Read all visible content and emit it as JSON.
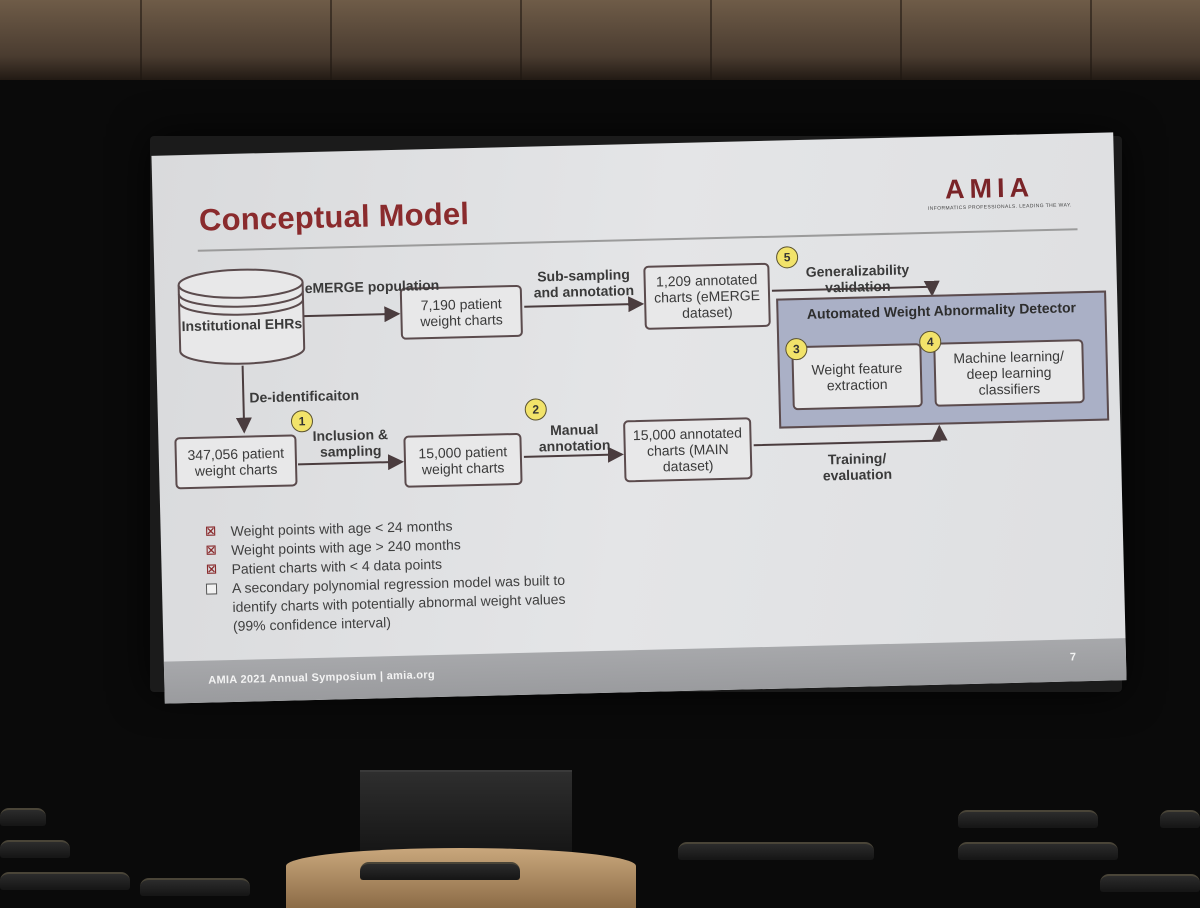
{
  "slide": {
    "title": "Conceptual Model",
    "logo": {
      "wordmark": "AMIA",
      "tagline": "INFORMATICS PROFESSIONALS. LEADING THE WAY."
    },
    "nodes": {
      "ehr": "Institutional EHRs",
      "emerge_charts": "7,190 patient weight charts",
      "emerge_annotated": "1,209 annotated charts (eMERGE dataset)",
      "all_charts": "347,056 patient weight charts",
      "main_charts": "15,000 patient weight charts",
      "main_annotated": "15,000 annotated charts (MAIN dataset)"
    },
    "edges": {
      "emerge_population": "eMERGE population",
      "subsampling": "Sub-sampling and annotation",
      "generalizability": "Generalizability validation",
      "deidentification": "De-identificaiton",
      "inclusion": "Inclusion & sampling",
      "manual_annotation": "Manual annotation",
      "training": "Training/ evaluation"
    },
    "detector": {
      "title": "Automated Weight Abnormality Detector",
      "feature_extraction": "Weight feature extraction",
      "classifiers": "Machine learning/ deep learning classifiers"
    },
    "steps": [
      "1",
      "2",
      "3",
      "4",
      "5"
    ],
    "bullets": [
      {
        "text": "Weight points with age < 24 months",
        "mark": "x-box-icon"
      },
      {
        "text": "Weight points with age > 240 months",
        "mark": "x-box-icon"
      },
      {
        "text": "Patient charts with < 4 data points",
        "mark": "x-box-icon"
      },
      {
        "text": "A secondary polynomial regression model was built to identify charts with potentially abnormal weight values (99% confidence interval)",
        "mark": "empty-box-icon"
      }
    ],
    "footer": {
      "left": "AMIA 2021 Annual Symposium  |  amia.org",
      "page": "7"
    },
    "colors": {
      "title": "#8a2b2d",
      "detector_fill": "#aab0c6",
      "badge": "#f2e36a"
    }
  }
}
